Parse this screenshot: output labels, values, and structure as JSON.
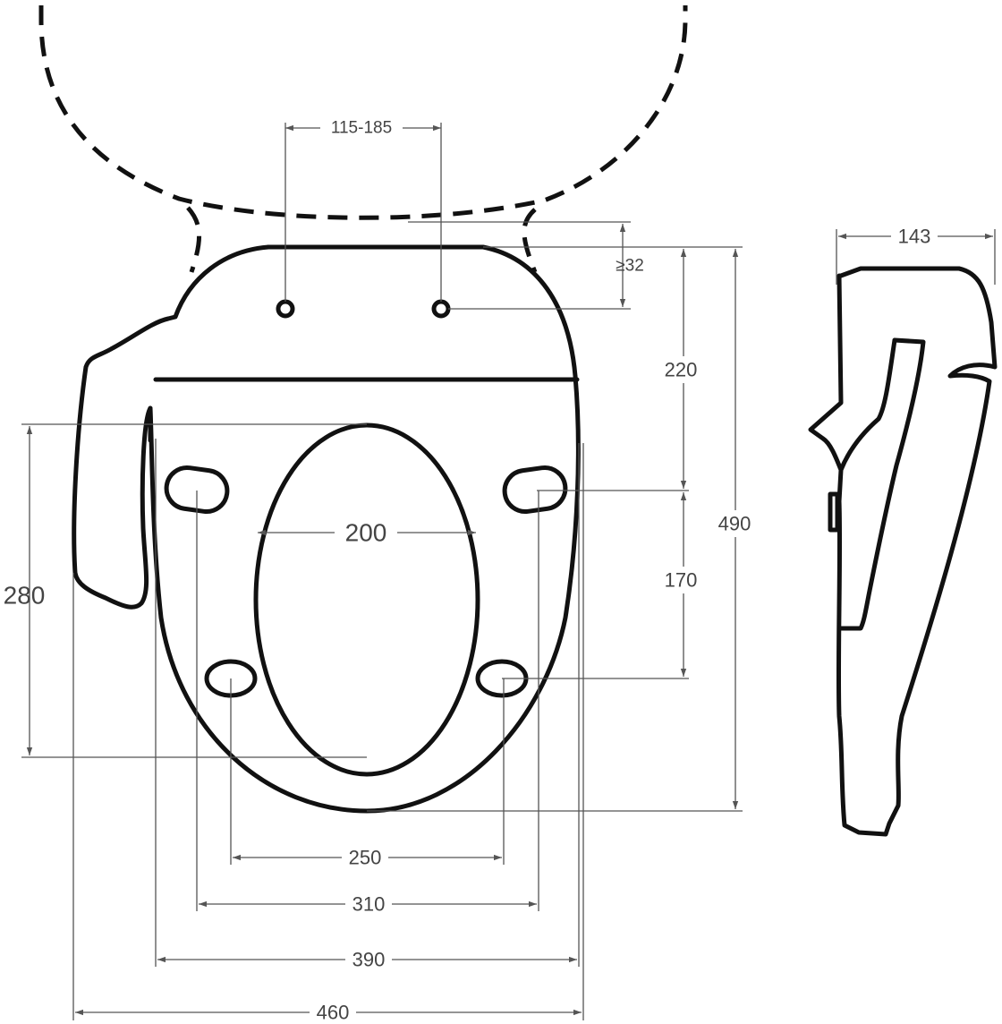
{
  "dimensions": {
    "bolt_spacing": "115-185",
    "rear_offset": "≥32",
    "bolt_to_front_hole": "220",
    "hole_vertical_spacing": "170",
    "total_length": "490",
    "opening_width": "200",
    "opening_length": "280",
    "front_hole_spacing": "250",
    "rear_hole_spacing": "310",
    "seat_width": "390",
    "overall_width": "460",
    "side_height": "143"
  },
  "colors": {
    "outline": "#111111",
    "dimension_line": "#555555",
    "label_text": "#444444"
  }
}
